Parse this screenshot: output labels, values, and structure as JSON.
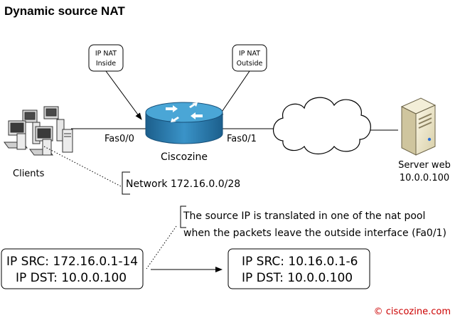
{
  "title": "Dynamic source NAT",
  "callouts": {
    "inside": [
      "IP NAT",
      "Inside"
    ],
    "outside": [
      "IP NAT",
      "Outside"
    ]
  },
  "router": {
    "name": "Ciscozine",
    "left_interface": "Fas0/0",
    "right_interface": "Fas0/1"
  },
  "clients": {
    "label": "Clients"
  },
  "server": {
    "label": "Server web",
    "ip": "10.0.0.100"
  },
  "network_note": "Network 172.16.0.0/28",
  "translation_note": [
    "The source IP is translated in one of the nat pool",
    "when the packets leave the outside interface (Fa0/1)"
  ],
  "before_packet": {
    "src": "IP SRC: 172.16.0.1-14",
    "dst": "IP DST: 10.0.0.100"
  },
  "after_packet": {
    "src": "IP SRC: 10.16.0.1-6",
    "dst": "IP DST: 10.0.0.100"
  },
  "copyright": "© ciscozine.com",
  "colors": {
    "router": "#2a7fb4",
    "router_top": "#4aa6d6",
    "copyright": "#cc0000"
  }
}
